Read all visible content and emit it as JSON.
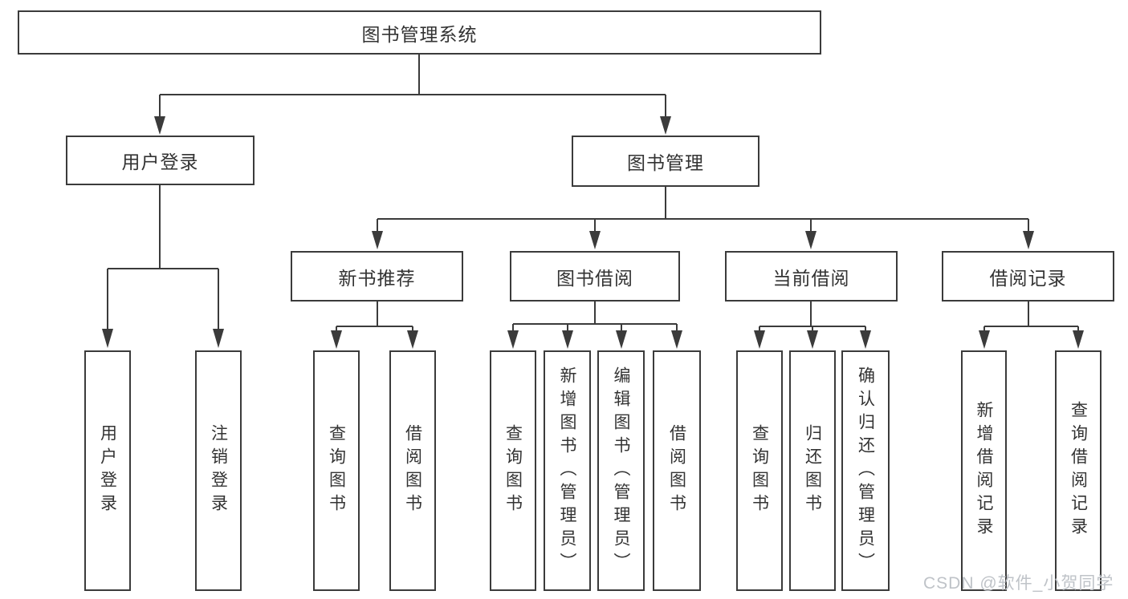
{
  "tree": {
    "root": "图书管理系统",
    "branches": [
      {
        "label": "用户登录",
        "children": [
          "用户登录",
          "注销登录"
        ]
      },
      {
        "label": "图书管理",
        "sections": [
          {
            "label": "新书推荐",
            "children": [
              "查询图书",
              "借阅图书"
            ]
          },
          {
            "label": "图书借阅",
            "children": [
              "查询图书",
              "新增图书（管理员）",
              "编辑图书（管理员）",
              "借阅图书"
            ]
          },
          {
            "label": "当前借阅",
            "children": [
              "查询图书",
              "归还图书",
              "确认归还（管理员）"
            ]
          },
          {
            "label": "借阅记录",
            "children": [
              "新增借阅记录",
              "查询借阅记录"
            ]
          }
        ]
      }
    ]
  },
  "watermark": "CSDN @软件_小贺同学",
  "colors": {
    "line": "#3b3b3b",
    "text": "#333333",
    "background": "#ffffff",
    "watermark": "#bfc3c8"
  }
}
